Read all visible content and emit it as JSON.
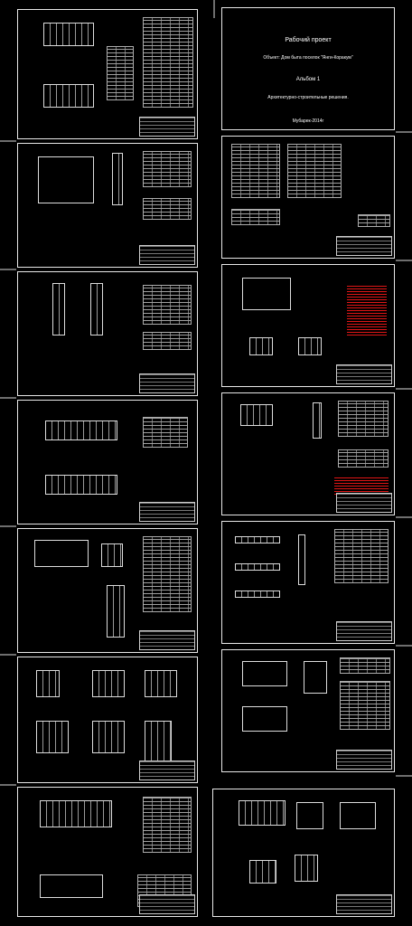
{
  "cover": {
    "title": "Рабочий проект",
    "object_line": "Объект: Дом быта поселок \"Янги-Коракум\"",
    "album": "Альбом 1",
    "section": "Архитектурно-строительные решения.",
    "footer": "Мубарек-2014г"
  },
  "colors": {
    "background": "#000000",
    "lines": "#ffffff",
    "notes": "#e01515"
  },
  "sheets_left": [
    "sheet-1",
    "sheet-2",
    "sheet-3",
    "sheet-4",
    "sheet-5",
    "sheet-6",
    "sheet-7"
  ],
  "sheets_right": [
    "cover-sheet",
    "sheet-8",
    "sheet-9",
    "sheet-10",
    "sheet-11",
    "sheet-12",
    "sheet-13"
  ]
}
